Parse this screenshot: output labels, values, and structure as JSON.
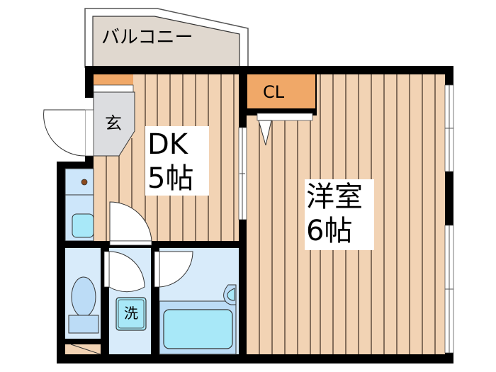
{
  "floorplan": {
    "rooms": {
      "balcony": {
        "label": "バルコニー"
      },
      "entrance": {
        "label": "玄"
      },
      "closet": {
        "label": "CL"
      },
      "dk": {
        "label_line1": "DK",
        "label_line2": "5帖"
      },
      "western_room": {
        "label_line1": "洋室",
        "label_line2": "6帖"
      },
      "washer": {
        "label": "洗"
      }
    },
    "colors": {
      "wall": "#000000",
      "flooring": "#f2d3b4",
      "flooring_line": "#3a2a1e",
      "closet": "#f0a868",
      "balcony": "#e0d8cf",
      "entrance": "#dcdde0",
      "wet_area": "#d8ebfa",
      "fixture": "#a8e8f8",
      "window": "#ffffff"
    }
  }
}
